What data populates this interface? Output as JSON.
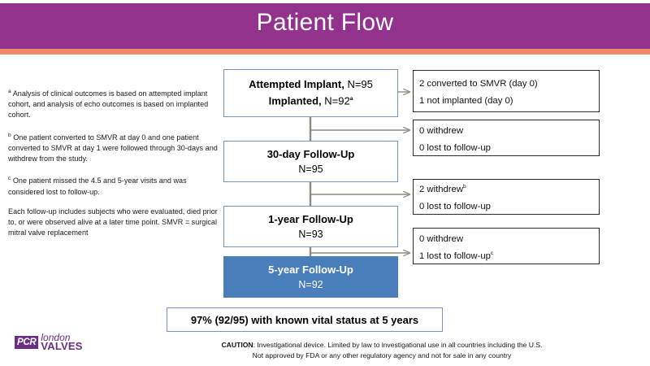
{
  "header": {
    "title": "Patient Flow",
    "bar_color": "#92328C",
    "rule_color": "#F4886B"
  },
  "notes": {
    "a_marker": "a",
    "a_text": " Analysis of clinical outcomes is based on attempted implant cohort, and analysis of echo outcomes is based on implanted cohort.",
    "b_marker": "b",
    "b_text": " One patient converted to SMVR at day 0 and one patient converted to SMVR at day 1 were followed through 30-days and withdrew from the study.",
    "c_marker": "c",
    "c_text": " One patient missed the 4.5 and 5-year visits and was considered lost to follow-up.",
    "d_text": "Each follow-up includes subjects who were evaluated, died prior to, or were observed alive at a later time point. SMVR = surgical mitral valve replacement"
  },
  "flow": {
    "stages": [
      {
        "name": "attempted-implant",
        "line1_bold": "Attempted Implant,",
        "line1_reg": " N=95",
        "line2_bold": "Implanted,",
        "line2_reg": " N=92",
        "line2_sup": "a",
        "filled": false
      },
      {
        "name": "30-day-follow-up",
        "line1_bold": "30-day Follow-Up",
        "line1_reg": "",
        "line2_bold": "",
        "line2_reg": "N=95",
        "line2_sup": "",
        "filled": false
      },
      {
        "name": "1-year-follow-up",
        "line1_bold": "1-year Follow-Up",
        "line1_reg": "",
        "line2_bold": "",
        "line2_reg": "N=93",
        "line2_sup": "",
        "filled": false
      },
      {
        "name": "5-year-follow-up",
        "line1_bold": "5-year Follow-Up",
        "line1_reg": "",
        "line2_bold": "",
        "line2_reg": "N=92",
        "line2_sup": "",
        "filled": true
      }
    ],
    "exits": [
      {
        "name": "exit-day0",
        "line1": "2 converted to SMVR (day 0)",
        "line2": "1 not implanted (day 0)",
        "line1_sup": "",
        "line2_sup": ""
      },
      {
        "name": "exit-30-day",
        "line1": "0 withdrew",
        "line2": "0 lost to follow-up",
        "line1_sup": "",
        "line2_sup": ""
      },
      {
        "name": "exit-1-year",
        "line1": "2 withdrew",
        "line2": "0 lost to follow-up",
        "line1_sup": "b",
        "line2_sup": ""
      },
      {
        "name": "exit-5-year",
        "line1": "0 withdrew",
        "line2": "1 lost to follow-up",
        "line1_sup": "",
        "line2_sup": "c"
      }
    ],
    "summary": "97% (92/95) with known vital status at 5 years",
    "box_border_color": "#7396C8",
    "box_fill_color": "#4A7EBB",
    "connector_color": "#8C8C82"
  },
  "logo": {
    "mark": "PCR",
    "line1": "london",
    "line2": "VALVES",
    "color": "#6B2E86"
  },
  "caution": {
    "label": "CAUTION",
    "line1": ": Investigational device. Limited by law to investigational use in all countries including the U.S.",
    "line2": "Not approved by FDA or any other regulatory agency and not for sale in any country"
  }
}
